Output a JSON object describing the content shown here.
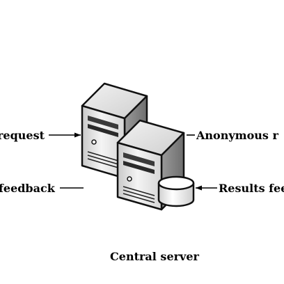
{
  "labels": {
    "request": "request",
    "anonymous": "Anonymous r",
    "feedback": "feedback",
    "results": "Results fee"
  },
  "caption": "Central server",
  "icons": {
    "server_back": "server-icon",
    "server_front": "server-icon",
    "database": "database-icon"
  }
}
